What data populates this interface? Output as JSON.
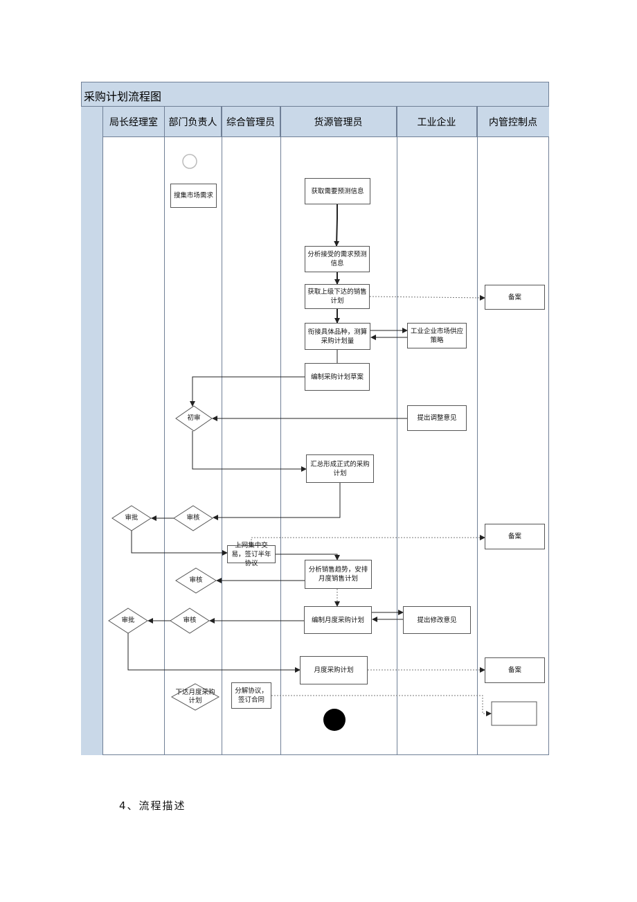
{
  "title": "采购计划流程图",
  "lanes": [
    "局长经理室",
    "部门负责人",
    "综合管理员",
    "货源管理员",
    "工业企业",
    "内管控制点"
  ],
  "nodes": {
    "collect_demand": "搜集市场需求",
    "get_forecast": "获取需要预测信息",
    "analyze_forecast": "分析接受的需求预测信息",
    "get_sales_plan": "获取上级下达的销售计划",
    "record_1": "备案",
    "match_varieties": "衔接具体品种，测算采购计划量",
    "supply_strategy": "工业企业市场供应策略",
    "draft_plan": "编制采购计划草案",
    "initial_review": "初审",
    "adjust_opinion": "提出调整意见",
    "summary_plan": "汇总形成正式的采购计划",
    "approve_1": "审批",
    "review_1": "审核",
    "record_2": "备案",
    "online_trade": "上网集中交易，签订半年协议",
    "analyze_sales": "分析销售趋势，安排月度销售计划",
    "review_2": "审核",
    "approve_2": "审批",
    "review_3": "审核",
    "monthly_draft": "编制月度采购计划",
    "modify_opinion": "提出修改意见",
    "monthly_plan": "月度采购计划",
    "record_3": "备案",
    "issue_monthly": "下达月度采购计划",
    "decompose": "分解协议，签订合同"
  },
  "section_heading": "4、流程描述"
}
